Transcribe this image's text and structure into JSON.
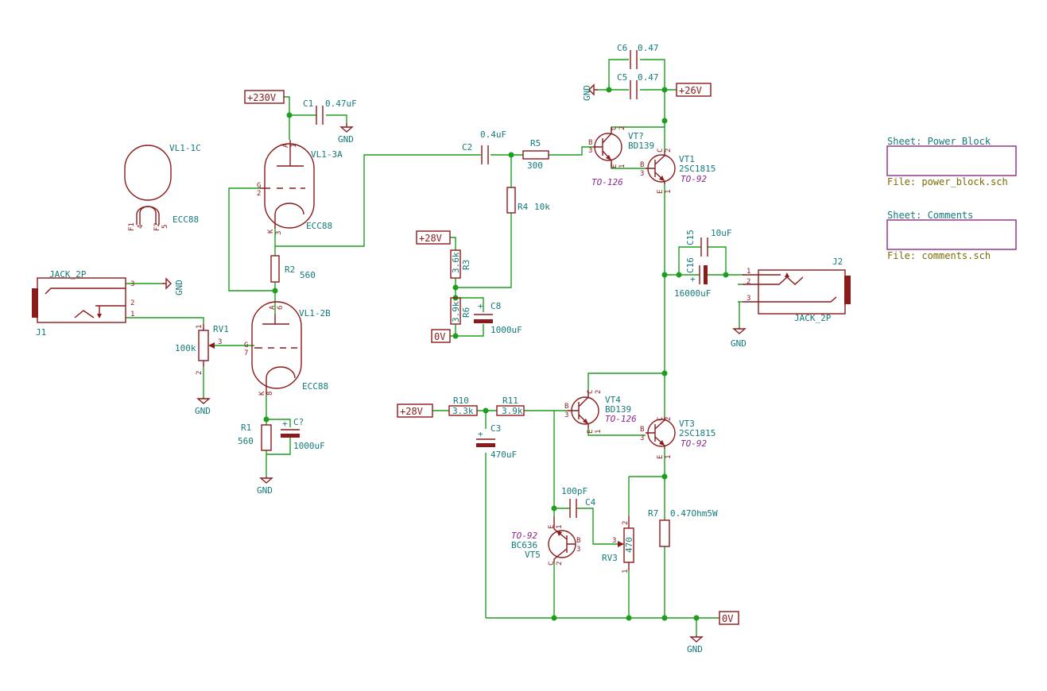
{
  "power_labels": {
    "v230": "+230V",
    "v28_top": "+28V",
    "v28_bot": "+28V",
    "v26": "+26V",
    "v0_top": "0V",
    "v0_bot": "0V"
  },
  "gnd": {
    "c1": "GND",
    "j1": "GND",
    "rv1": "GND",
    "r1": "GND",
    "j2": "GND",
    "c6": "GND",
    "bottom": "GND"
  },
  "tubes": {
    "vl1c": {
      "ref": "VL1-1C",
      "value": "ECC88",
      "pins": {
        "f1": "F1",
        "f1n": "4",
        "f2": "F2",
        "f2n": "5"
      }
    },
    "vl1a": {
      "ref": "VL1-3A",
      "value": "ECC88",
      "pins": {
        "a": "A",
        "an": "1",
        "g": "G",
        "gn": "2",
        "k": "K",
        "kn": "3"
      }
    },
    "vl1b": {
      "ref": "VL1-2B",
      "value": "ECC88",
      "pins": {
        "a": "A",
        "an": "6",
        "g": "G",
        "gn": "7",
        "k": "K",
        "kn": "8"
      }
    }
  },
  "resistors": {
    "r1": {
      "ref": "R1",
      "value": "560"
    },
    "r2": {
      "ref": "R2",
      "value": "560"
    },
    "r3": {
      "ref": "R3",
      "value": "3.6k"
    },
    "r4": {
      "ref": "R4",
      "value": "10k"
    },
    "r5": {
      "ref": "R5",
      "value": "300"
    },
    "r6": {
      "ref": "R6",
      "value": "3.9k"
    },
    "r7": {
      "ref": "R7",
      "value": "0.47Ohm5W"
    },
    "r10": {
      "ref": "R10",
      "value": "3.3k"
    },
    "r11": {
      "ref": "R11",
      "value": "3.9k"
    }
  },
  "pots": {
    "rv1": {
      "ref": "RV1",
      "value": "100k",
      "pin1": "1",
      "pin2": "2",
      "pin3": "3"
    },
    "rv3": {
      "ref": "RV3",
      "value": "470",
      "pin1": "1",
      "pin2": "2",
      "pin3": "3"
    }
  },
  "capacitors": {
    "c1": {
      "ref": "C1",
      "value": "0.47uF"
    },
    "c2": {
      "ref": "C2",
      "value": "0.4uF"
    },
    "c3": {
      "ref": "C3",
      "value": "470uF"
    },
    "c4": {
      "ref": "C4",
      "value": "100pF"
    },
    "c5": {
      "ref": "C5",
      "value": "0.47"
    },
    "c6": {
      "ref": "C6",
      "value": "0.47"
    },
    "c8": {
      "ref": "C8",
      "value": "1000uF"
    },
    "c15": {
      "ref": "C15",
      "value": "10uF"
    },
    "c16": {
      "ref": "C16",
      "value": "16000uF"
    },
    "cq": {
      "ref": "C?",
      "value": "1000uF"
    },
    "plus": "+"
  },
  "transistors": {
    "vtq": {
      "ref": "VT?",
      "value": "BD139",
      "pkg": "TO-126"
    },
    "vt1": {
      "ref": "VT1",
      "value": "2SC1815",
      "pkg": "TO-92"
    },
    "vt3": {
      "ref": "VT3",
      "value": "2SC1815",
      "pkg": "TO-92"
    },
    "vt4": {
      "ref": "VT4",
      "value": "BD139",
      "pkg": "TO-126"
    },
    "vt5": {
      "ref": "VT5",
      "value": "BC636",
      "pkg": "TO-92"
    },
    "pin_b": "B",
    "pin_c": "C",
    "pin_e": "E",
    "n1": "1",
    "n2": "2",
    "n3": "3"
  },
  "jacks": {
    "j1": {
      "ref": "J1",
      "value": "JACK_2P",
      "p1": "1",
      "p2": "2",
      "p3": "3"
    },
    "j2": {
      "ref": "J2",
      "value": "JACK_2P",
      "p1": "1",
      "p2": "2",
      "p3": "3"
    }
  },
  "sheets": [
    {
      "name": "Sheet: Power Block",
      "file": "File: power_block.sch"
    },
    {
      "name": "Sheet: Comments",
      "file": "File: comments.sch"
    }
  ],
  "colors": {
    "wire": "#1e9e1e",
    "component": "#8b1a1a",
    "reference_text": "#147a7a",
    "package_text": "#8a2a8a",
    "sheet_border": "#8a2a8a",
    "file_text": "#7a6a00"
  }
}
